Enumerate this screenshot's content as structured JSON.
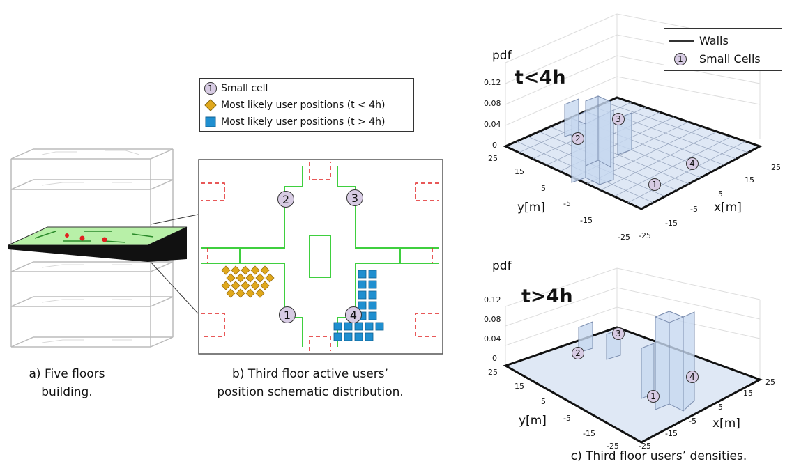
{
  "panel_a": {
    "caption_line1": "a) Five floors",
    "caption_line2": "building."
  },
  "panel_b": {
    "caption_line1": "b) Third floor active users’",
    "caption_line2": "position schematic distribution.",
    "legend": {
      "small_cell": "Small cell",
      "small_cell_badge": "1",
      "before": "Most likely user positions  (t < 4h)",
      "after": "Most likely user positions  (t > 4h)"
    },
    "cells": [
      "1",
      "2",
      "3",
      "4"
    ],
    "colors": {
      "wall": "#3fcf3f",
      "door": "#e02020",
      "before": "#e0a81c",
      "after": "#1f8fd0"
    }
  },
  "panel_c": {
    "caption": "c) Third floor users’ densities.",
    "legend": {
      "walls": "Walls",
      "cells": "Small Cells",
      "cells_badge": "1"
    },
    "top": {
      "title": "t<4h",
      "zlabel": "pdf",
      "ylabel": "y[m]",
      "xlabel": "x[m]",
      "zticks": [
        "0.12",
        "0.08",
        "0.04",
        "0"
      ],
      "yticks": [
        "25",
        "15",
        "5",
        "-5",
        "-15",
        "-25"
      ],
      "xticks": [
        "-25",
        "-15",
        "-5",
        "5",
        "15",
        "25"
      ],
      "cells": [
        "1",
        "2",
        "3",
        "4"
      ]
    },
    "bottom": {
      "title": "t>4h",
      "zlabel": "pdf",
      "ylabel": "y[m]",
      "xlabel": "x[m]",
      "zticks": [
        "0.12",
        "0.08",
        "0.04",
        "0"
      ],
      "yticks": [
        "25",
        "15",
        "5",
        "-5",
        "-15",
        "-25"
      ],
      "xticks": [
        "-25",
        "-15",
        "-5",
        "5",
        "15",
        "25"
      ],
      "cells": [
        "1",
        "2",
        "3",
        "4"
      ]
    }
  }
}
